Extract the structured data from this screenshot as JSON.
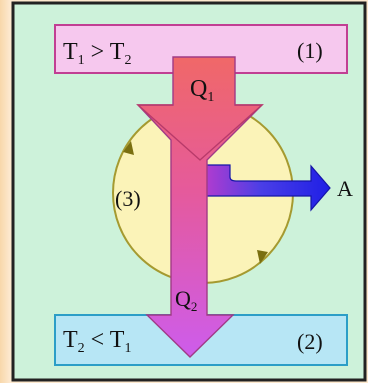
{
  "hot_reservoir": {
    "label_t1": "T",
    "label_t1_sub": "1",
    "label_rel": " > T",
    "label_t2_sub": "2",
    "number": "(1)"
  },
  "cold_reservoir": {
    "label_t2": "T",
    "label_t2_sub": "2",
    "label_rel": " < T",
    "label_t1_sub": "1",
    "number": "(2)"
  },
  "engine": {
    "number": "(3)"
  },
  "heat_in": {
    "label": "Q",
    "sub": "1"
  },
  "heat_out": {
    "label": "Q",
    "sub": "2"
  },
  "work": {
    "label": "A"
  },
  "colors": {
    "panel_bg": "#cdf2da",
    "hot_fill": "#f6c8ee",
    "cold_fill": "#b7e6f5",
    "circle_fill": "#fbf3b8",
    "heat_in_color": "#ef6f6f",
    "heat_out_color": "#d25ae8",
    "work_color": "#2a2ae8"
  }
}
